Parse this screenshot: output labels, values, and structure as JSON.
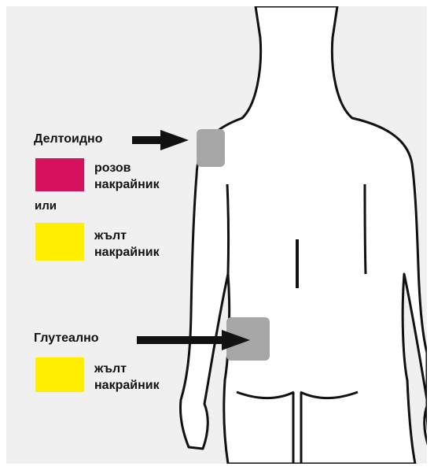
{
  "deltoid": {
    "label": "Делтоидно",
    "options": [
      {
        "line1": "розов",
        "line2": "накрайник",
        "color": "#d8115d"
      },
      {
        "line1": "жълт",
        "line2": "накрайник",
        "color": "#ffee00"
      }
    ],
    "or_text": "или"
  },
  "gluteal": {
    "label": "Глутеално",
    "options": [
      {
        "line1": "жълт",
        "line2": "накрайник",
        "color": "#ffee00"
      }
    ]
  },
  "colors": {
    "background": "#f0f0f0",
    "body_fill": "#ffffff",
    "outline": "#111111",
    "injection_site": "#a6a6a6",
    "arrow": "#111111"
  }
}
